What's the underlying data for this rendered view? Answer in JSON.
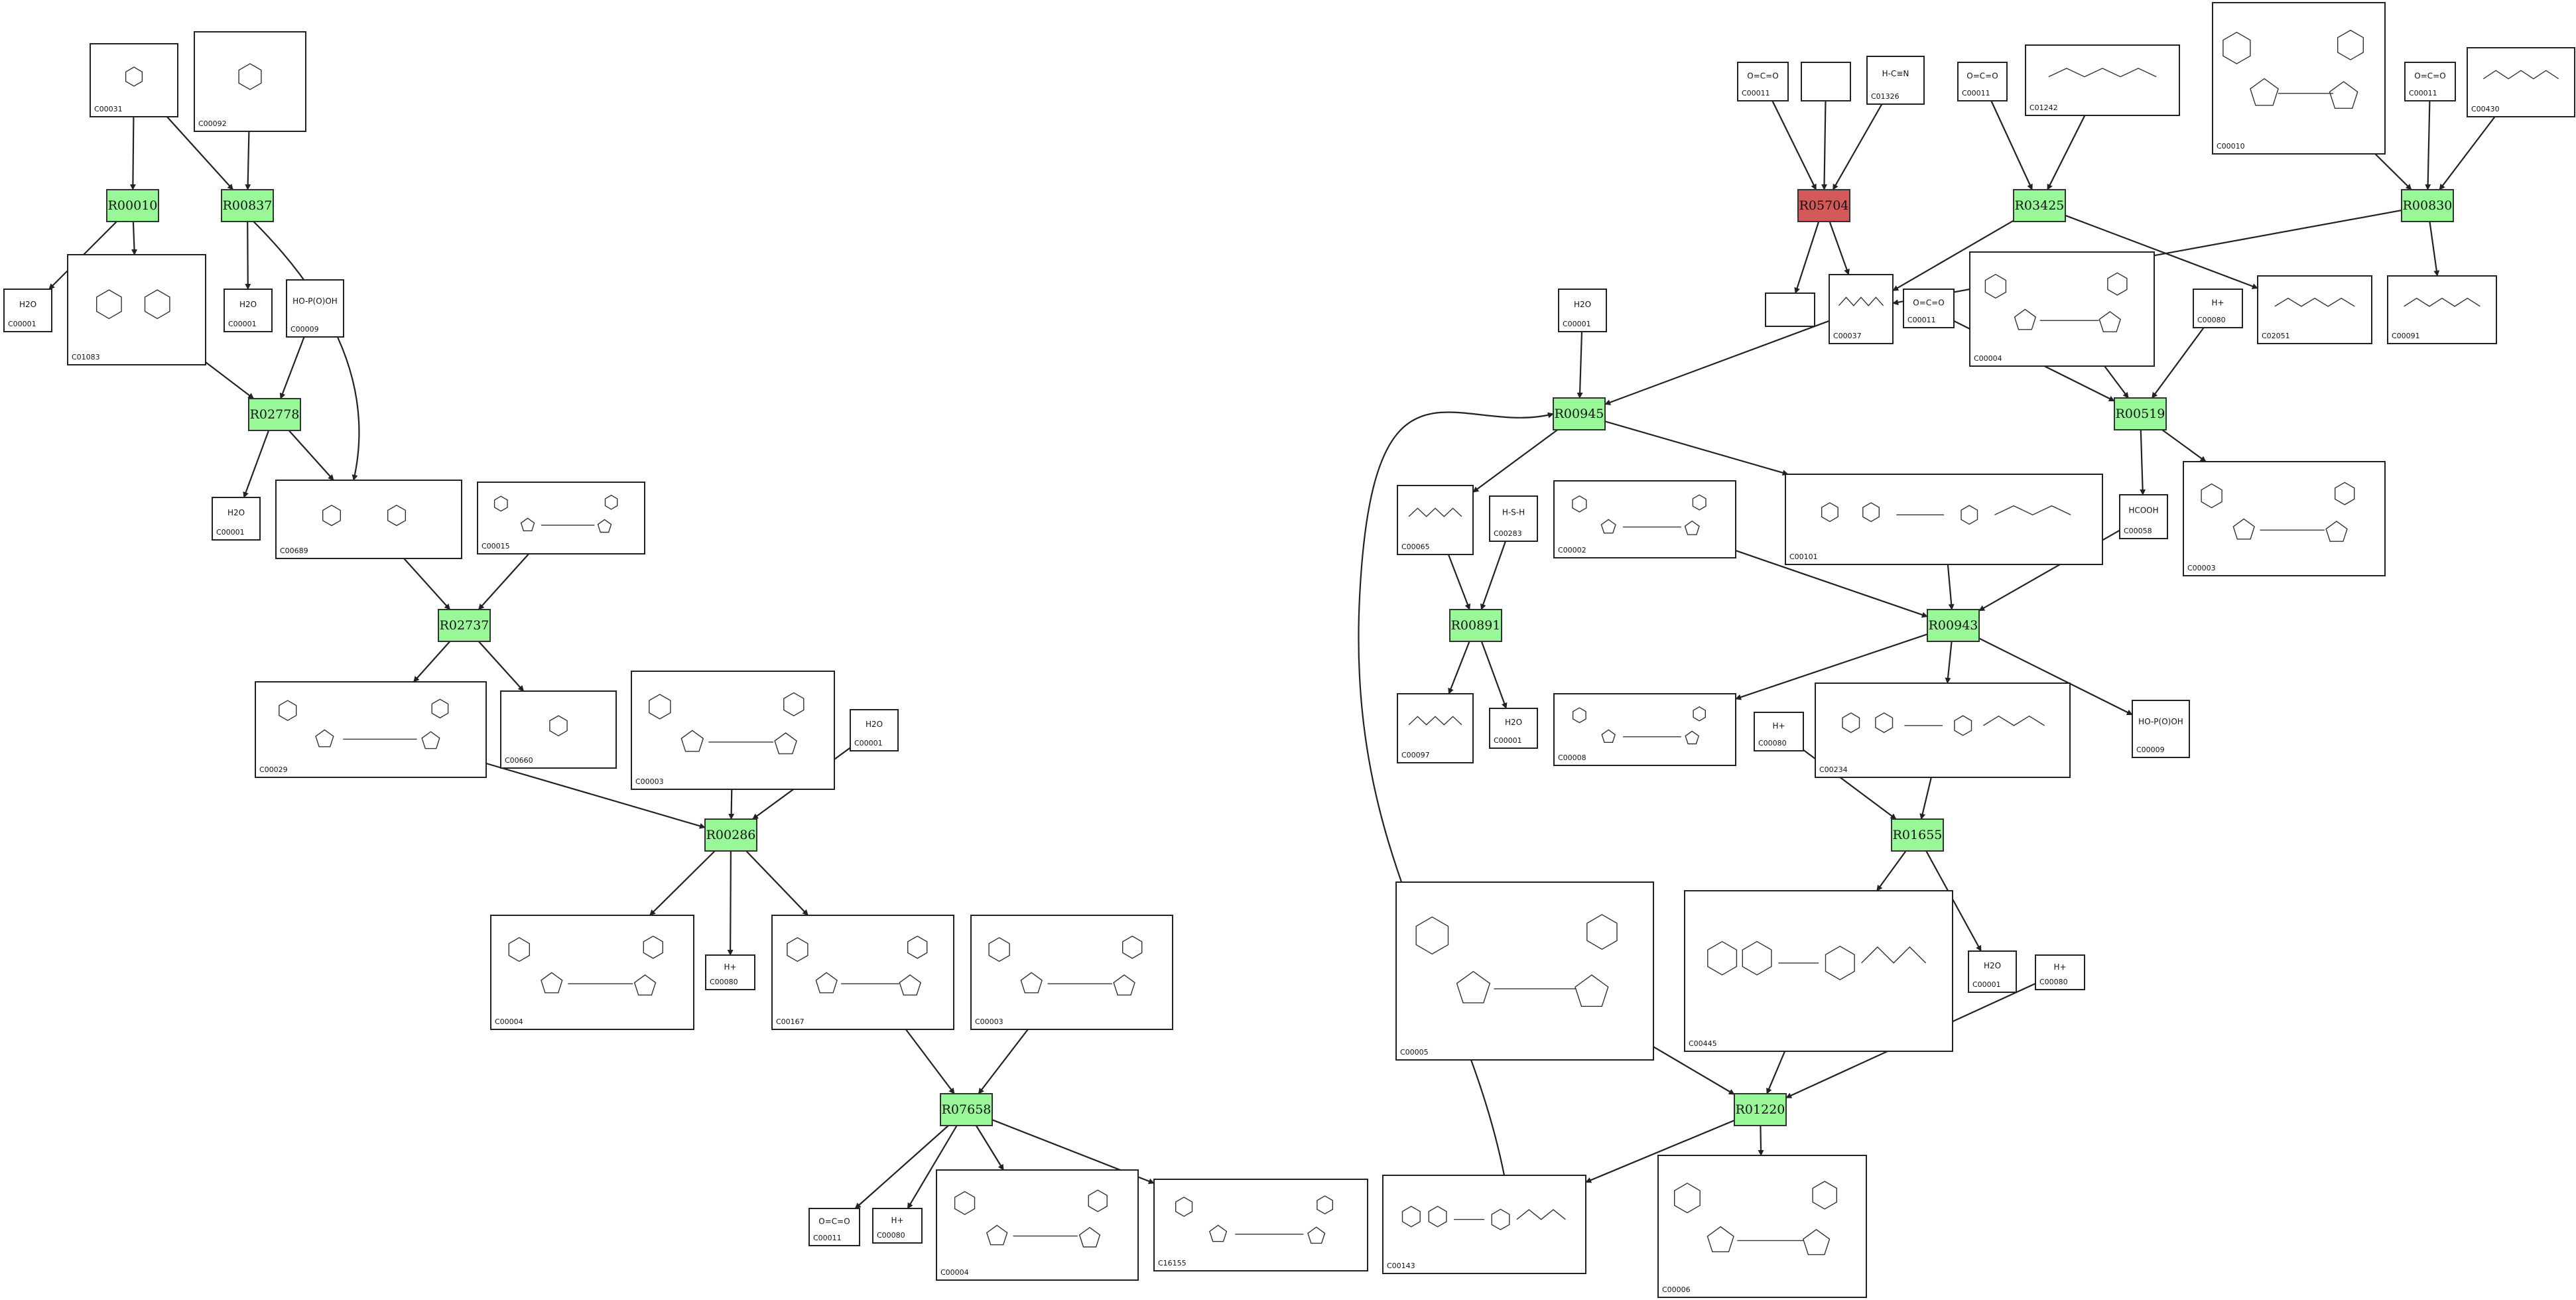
{
  "colors": {
    "reaction_fill": "#98f898",
    "reaction_highlight": "#d45a5a",
    "edge": "#222222"
  },
  "reactions": [
    {
      "id": "R00010",
      "label": "R00010"
    },
    {
      "id": "R00837",
      "label": "R00837"
    },
    {
      "id": "R02778",
      "label": "R02778"
    },
    {
      "id": "R02737",
      "label": "R02737"
    },
    {
      "id": "R00286",
      "label": "R00286"
    },
    {
      "id": "R07658",
      "label": "R07658"
    },
    {
      "id": "R05704",
      "label": "R05704",
      "highlight": true
    },
    {
      "id": "R03425",
      "label": "R03425"
    },
    {
      "id": "R00830",
      "label": "R00830"
    },
    {
      "id": "R00945",
      "label": "R00945"
    },
    {
      "id": "R00519",
      "label": "R00519"
    },
    {
      "id": "R00891",
      "label": "R00891"
    },
    {
      "id": "R00943",
      "label": "R00943"
    },
    {
      "id": "R01655",
      "label": "R01655"
    },
    {
      "id": "R01220",
      "label": "R01220"
    }
  ],
  "compounds": [
    {
      "id": "c1",
      "label": "C00031",
      "kind": "sugar"
    },
    {
      "id": "c2",
      "label": "C00092",
      "kind": "sugar"
    },
    {
      "id": "c3",
      "label": "C00001",
      "formula": "H2O"
    },
    {
      "id": "c4",
      "label": "C01083",
      "kind": "sugar"
    },
    {
      "id": "c5",
      "label": "C00001",
      "formula": "H2O"
    },
    {
      "id": "c6",
      "label": "C00009",
      "formula": "HO-P(O)OH"
    },
    {
      "id": "c7",
      "label": "C00001",
      "formula": "H2O"
    },
    {
      "id": "c8",
      "label": "C00689",
      "kind": "sugar"
    },
    {
      "id": "c9",
      "label": "C00015",
      "kind": "nucleotide"
    },
    {
      "id": "c10",
      "label": "C00029",
      "kind": "nucleotide"
    },
    {
      "id": "c11",
      "label": "C00660",
      "kind": "sugar"
    },
    {
      "id": "c12",
      "label": "C00003",
      "kind": "nucleotide"
    },
    {
      "id": "c13",
      "label": "C00001",
      "formula": "H2O"
    },
    {
      "id": "c14",
      "label": "C00004",
      "kind": "nucleotide"
    },
    {
      "id": "c15",
      "label": "C00080",
      "formula": "H+"
    },
    {
      "id": "c16",
      "label": "C00167",
      "kind": "nucleotide"
    },
    {
      "id": "c17",
      "label": "C00003",
      "kind": "nucleotide"
    },
    {
      "id": "c18",
      "label": "C00011",
      "formula": "O=C=O"
    },
    {
      "id": "c19",
      "label": "C00080",
      "formula": "H+"
    },
    {
      "id": "c20",
      "label": "C00004",
      "kind": "nucleotide"
    },
    {
      "id": "c21",
      "label": "C16155",
      "kind": "nucleotide"
    },
    {
      "id": "c22",
      "label": "C00011",
      "formula": "O=C=O"
    },
    {
      "id": "c23",
      "label": ""
    },
    {
      "id": "c24",
      "label": "C01326",
      "formula": "H-C≡N"
    },
    {
      "id": "c25",
      "label": "C00011",
      "formula": "O=C=O"
    },
    {
      "id": "c26",
      "label": "C01242",
      "kind": "chain"
    },
    {
      "id": "c27",
      "label": "C00010",
      "kind": "nucleotide"
    },
    {
      "id": "c28",
      "label": "C00011",
      "formula": "O=C=O"
    },
    {
      "id": "c29",
      "label": "C00430",
      "kind": "chain"
    },
    {
      "id": "c30",
      "label": ""
    },
    {
      "id": "c31",
      "label": "C00037",
      "kind": "chain"
    },
    {
      "id": "c32",
      "label": "C00004",
      "kind": "nucleotide"
    },
    {
      "id": "c33",
      "label": "C02051",
      "kind": "chain"
    },
    {
      "id": "c34",
      "label": "C00091",
      "kind": "chain"
    },
    {
      "id": "c35",
      "label": "C00001",
      "formula": "H2O"
    },
    {
      "id": "c36",
      "label": "C00011",
      "formula": "O=C=O"
    },
    {
      "id": "c37",
      "label": "C00080",
      "formula": "H+"
    },
    {
      "id": "c38",
      "label": "C00065",
      "kind": "chain"
    },
    {
      "id": "c39",
      "label": "C00283",
      "formula": "H-S-H"
    },
    {
      "id": "c40",
      "label": "C00002",
      "kind": "nucleotide"
    },
    {
      "id": "c41",
      "label": "C00101",
      "kind": "pteridine"
    },
    {
      "id": "c42",
      "label": "C00058",
      "formula": "HCOOH"
    },
    {
      "id": "c43",
      "label": "C00003",
      "kind": "nucleotide"
    },
    {
      "id": "c44",
      "label": "C00097",
      "kind": "chain"
    },
    {
      "id": "c45",
      "label": "C00001",
      "formula": "H2O"
    },
    {
      "id": "c46",
      "label": "C00008",
      "kind": "nucleotide"
    },
    {
      "id": "c47",
      "label": "C00234",
      "kind": "pteridine"
    },
    {
      "id": "c48",
      "label": "C00009",
      "formula": "HO-P(O)OH"
    },
    {
      "id": "c49",
      "label": "C00080",
      "formula": "H+"
    },
    {
      "id": "c50",
      "label": "C00005",
      "kind": "nucleotide"
    },
    {
      "id": "c51",
      "label": "C00445",
      "kind": "pteridine"
    },
    {
      "id": "c52",
      "label": "C00001",
      "formula": "H2O"
    },
    {
      "id": "c53",
      "label": "C00080",
      "formula": "H+"
    },
    {
      "id": "c54",
      "label": "C00143",
      "kind": "pteridine"
    },
    {
      "id": "c55",
      "label": "C00006",
      "kind": "nucleotide"
    }
  ]
}
